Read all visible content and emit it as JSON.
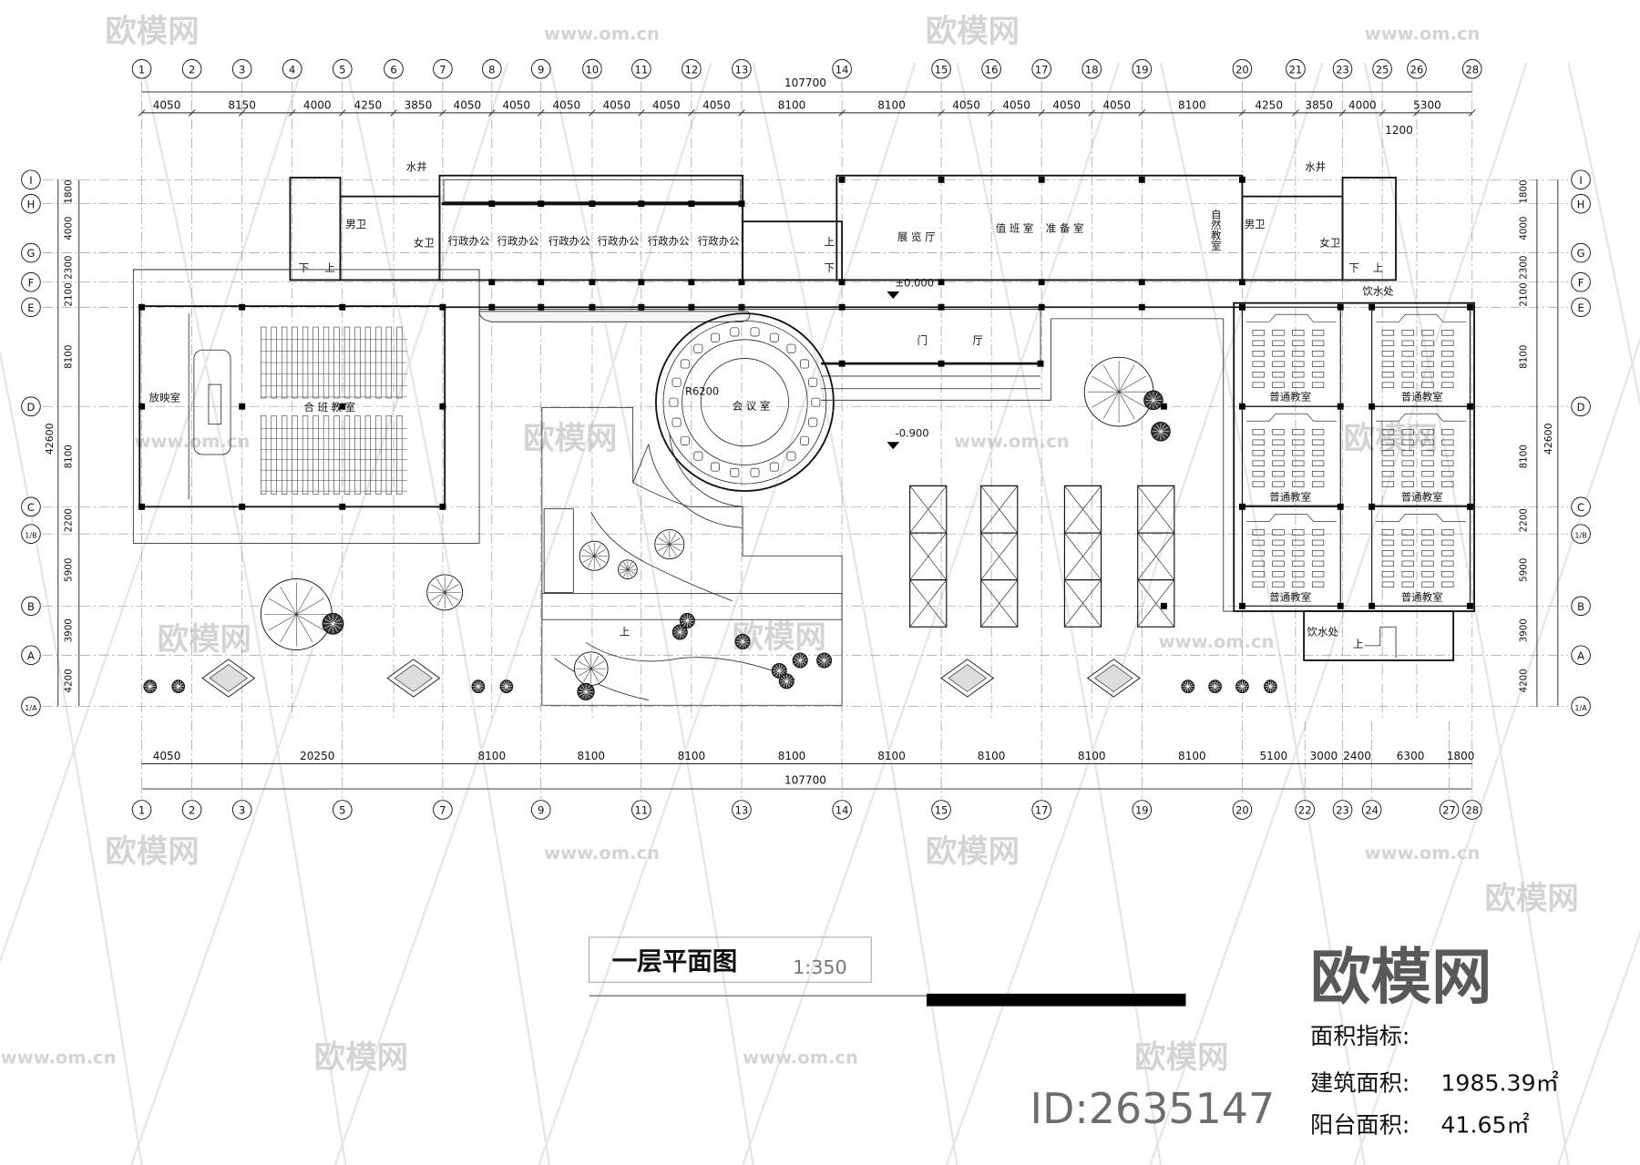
{
  "drawing": {
    "title": "一层平面图",
    "scale": "1:350",
    "total_width_dim": "107700",
    "total_depth_dim": "42600",
    "axes_top": [
      "1",
      "2",
      "3",
      "4",
      "5",
      "6",
      "7",
      "8",
      "9",
      "10",
      "11",
      "12",
      "13",
      "14",
      "15",
      "16",
      "17",
      "18",
      "19",
      "20",
      "21",
      "23",
      "25",
      "26",
      "28"
    ],
    "axes_bottom": [
      "1",
      "2",
      "3",
      "5",
      "7",
      "9",
      "11",
      "13",
      "14",
      "15",
      "17",
      "19",
      "20",
      "22",
      "23",
      "24",
      "27",
      "28"
    ],
    "axes_rows": [
      "I",
      "H",
      "G",
      "F",
      "E",
      "D",
      "C",
      "1/B",
      "B",
      "A",
      "1/A"
    ],
    "dims_top": [
      "4050",
      "8150",
      "4000",
      "4250",
      "3850",
      "4050",
      "4050",
      "4050",
      "4050",
      "4050",
      "4050",
      "8100",
      "8100",
      "4050",
      "4050",
      "4050",
      "4050",
      "8100",
      "4250",
      "3850",
      "4000",
      "5300"
    ],
    "dim_top_extra": "1200",
    "dims_bottom": [
      "4050",
      "20250",
      "8100",
      "8100",
      "8100",
      "8100",
      "8100",
      "8100",
      "8100",
      "8100",
      "5100",
      "3000",
      "2400",
      "6300",
      "1800"
    ],
    "dims_side": [
      "1800",
      "4000",
      "2300",
      "2100",
      "8100",
      "8100",
      "2200",
      "5900",
      "3900",
      "4200"
    ]
  },
  "rooms": {
    "office": "行政办公",
    "male_wc": "男卫",
    "female_wc": "女卫",
    "shaft": "水井",
    "down": "下",
    "up": "上",
    "exhibition": "展 览 厅",
    "duty": "值 班 室",
    "prep": "准 备 室",
    "nature_class": "自然教室",
    "projection": "放映室",
    "lecture": "合 班 教 室",
    "meeting": "会 议 室",
    "radius": "R6200",
    "lobby_1": "门",
    "lobby_2": "厅",
    "level_0": "±0.000",
    "level_1": "-0.900",
    "classroom": "普通教室",
    "drinking": "饮水处"
  },
  "area": {
    "heading": "面积指标:",
    "building_label": "建筑面积:",
    "building_value": "1985.39㎡",
    "balcony_label": "阳台面积:",
    "balcony_value": "41.65㎡"
  },
  "watermark": {
    "brand": "欧模网",
    "url": "www.om.cn",
    "id": "ID:2635147"
  }
}
